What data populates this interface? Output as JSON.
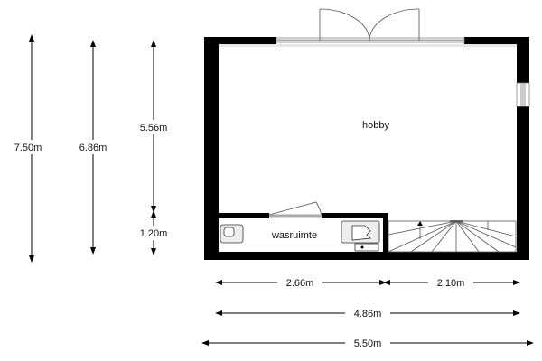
{
  "rooms": {
    "hobby": "hobby",
    "laundry": "wasruimte"
  },
  "dimensions": {
    "total_depth": "7.50m",
    "inner_depth": "6.86m",
    "hobby_depth": "5.56m",
    "laundry_depth": "1.20m",
    "laundry_width": "2.66m",
    "stairs_width": "2.10m",
    "inner_width": "4.86m",
    "total_width": "5.50m"
  },
  "colors": {
    "wall": "#000000",
    "window": "#b0b0b0"
  }
}
